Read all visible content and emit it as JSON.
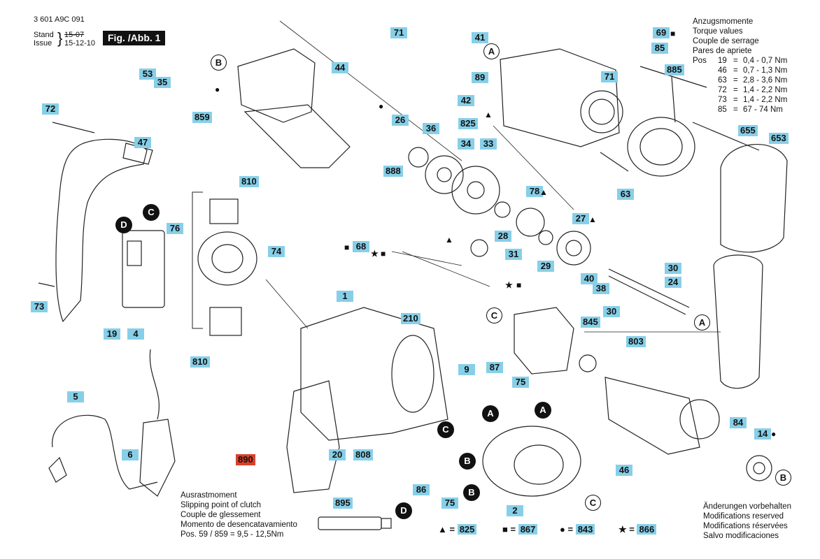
{
  "header": {
    "doc_number": "3 601 A9C 091",
    "stand_label": "Stand",
    "issue_label": "Issue",
    "stand_date": "15-07",
    "issue_date": "15-12-10",
    "figure_title": "Fig. /Abb. 1"
  },
  "torque": {
    "lines": [
      "Anzugsmomente",
      "Torque values",
      "Couple de serrage",
      "Pares de apriete"
    ],
    "pos_label": "Pos",
    "rows": [
      {
        "pos": "19",
        "range": "0,4 - 0,7 Nm"
      },
      {
        "pos": "46",
        "range": "0,7 - 1,3 Nm"
      },
      {
        "pos": "63",
        "range": "2,8 - 3,6 Nm"
      },
      {
        "pos": "72",
        "range": "1,4 - 2,2 Nm"
      },
      {
        "pos": "73",
        "range": "1,4 - 2,2 Nm"
      },
      {
        "pos": "85",
        "range": "67 - 74 Nm"
      }
    ]
  },
  "clutch": {
    "lines": [
      "Ausrastmoment",
      "Slipping point of clutch",
      "Couple de glessement",
      "Momento de desencatavamiento"
    ],
    "pos_line": "Pos. 59 / 859 = 9,5 - 12,5Nm"
  },
  "modifications": [
    "Änderungen vorbehalten",
    "Modifications reserved",
    "Modifications réservées",
    "Salvo modificaciones"
  ],
  "legend": [
    {
      "symbol": "▲",
      "value": "825"
    },
    {
      "symbol": "■",
      "value": "867"
    },
    {
      "symbol": "●",
      "value": "843"
    },
    {
      "symbol": "★",
      "value": "866"
    }
  ],
  "part_labels": {
    "p71a": "71",
    "p41": "41",
    "p89": "89",
    "p42": "42",
    "p44": "44",
    "p53": "53",
    "p35": "35",
    "p859": "859",
    "p26": "26",
    "p36": "36",
    "p34": "34",
    "p33": "33",
    "p72": "72",
    "p47": "47",
    "p810a": "810",
    "p76": "76",
    "p888": "888",
    "p68": "68",
    "p28": "28",
    "p78": "78",
    "p27": "27",
    "p31": "31",
    "p29": "29",
    "p74": "74",
    "p73": "73",
    "p19": "19",
    "p4": "4",
    "p810b": "810",
    "p1": "1",
    "p210": "210",
    "p9": "9",
    "p87": "87",
    "p75a": "75",
    "p5": "5",
    "p6": "6",
    "p890": "890",
    "p20": "20",
    "p808": "808",
    "p895": "895",
    "p86": "86",
    "p75b": "75",
    "p2": "2",
    "p46": "46",
    "p825": "825",
    "p63": "63",
    "p69": "69",
    "p85": "85",
    "p885": "885",
    "p71b": "71",
    "p655": "655",
    "p653": "653",
    "p30a": "30",
    "p24": "24",
    "p40": "40",
    "p38": "38",
    "p30b": "30",
    "p845": "845",
    "p803": "803",
    "p84": "84",
    "p14": "14"
  },
  "callouts": {
    "a": "A",
    "b": "B",
    "c": "C",
    "d": "D"
  },
  "symbols": {
    "tri": "▲",
    "sq": "■",
    "dot": "●",
    "star": "★"
  }
}
